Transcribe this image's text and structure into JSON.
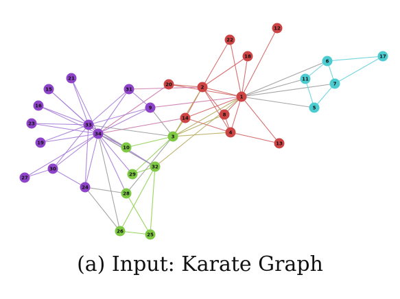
{
  "caption": "(a) Input: Karate Graph",
  "colors": {
    "purple": "#8e44c8",
    "red": "#cc4444",
    "teal": "#4cccd0",
    "green": "#7ec843",
    "gray": "#9a9a9a",
    "pink": "#cc77aa",
    "olive": "#b2a85a",
    "edge_purple": "#a57ad8",
    "edge_red": "#d06060",
    "edge_teal": "#5fd0d8",
    "edge_green": "#8cd04a"
  },
  "nodes": [
    {
      "id": "1",
      "group": "red"
    },
    {
      "id": "2",
      "group": "red"
    },
    {
      "id": "3",
      "group": "green"
    },
    {
      "id": "4",
      "group": "red"
    },
    {
      "id": "5",
      "group": "teal"
    },
    {
      "id": "6",
      "group": "teal"
    },
    {
      "id": "7",
      "group": "teal"
    },
    {
      "id": "8",
      "group": "red"
    },
    {
      "id": "9",
      "group": "purple"
    },
    {
      "id": "10",
      "group": "green"
    },
    {
      "id": "11",
      "group": "teal"
    },
    {
      "id": "12",
      "group": "red"
    },
    {
      "id": "13",
      "group": "red"
    },
    {
      "id": "14",
      "group": "red"
    },
    {
      "id": "15",
      "group": "purple"
    },
    {
      "id": "16",
      "group": "purple"
    },
    {
      "id": "17",
      "group": "teal"
    },
    {
      "id": "18",
      "group": "red"
    },
    {
      "id": "19",
      "group": "purple"
    },
    {
      "id": "20",
      "group": "red"
    },
    {
      "id": "21",
      "group": "purple"
    },
    {
      "id": "22",
      "group": "red"
    },
    {
      "id": "23",
      "group": "purple"
    },
    {
      "id": "24",
      "group": "purple"
    },
    {
      "id": "25",
      "group": "green"
    },
    {
      "id": "26",
      "group": "green"
    },
    {
      "id": "27",
      "group": "purple"
    },
    {
      "id": "28",
      "group": "green"
    },
    {
      "id": "29",
      "group": "green"
    },
    {
      "id": "30",
      "group": "purple"
    },
    {
      "id": "31",
      "group": "purple"
    },
    {
      "id": "32",
      "group": "green"
    },
    {
      "id": "33",
      "group": "purple"
    },
    {
      "id": "34",
      "group": "purple"
    }
  ],
  "edges": [
    {
      "s": "1",
      "t": "2",
      "c": "edge_red"
    },
    {
      "s": "1",
      "t": "4",
      "c": "edge_red"
    },
    {
      "s": "1",
      "t": "8",
      "c": "edge_red"
    },
    {
      "s": "1",
      "t": "12",
      "c": "edge_red"
    },
    {
      "s": "1",
      "t": "13",
      "c": "edge_red"
    },
    {
      "s": "1",
      "t": "14",
      "c": "edge_red"
    },
    {
      "s": "1",
      "t": "18",
      "c": "edge_red"
    },
    {
      "s": "1",
      "t": "20",
      "c": "edge_red"
    },
    {
      "s": "1",
      "t": "22",
      "c": "edge_red"
    },
    {
      "s": "2",
      "t": "4",
      "c": "edge_red"
    },
    {
      "s": "2",
      "t": "8",
      "c": "edge_red"
    },
    {
      "s": "2",
      "t": "14",
      "c": "edge_red"
    },
    {
      "s": "2",
      "t": "18",
      "c": "edge_red"
    },
    {
      "s": "2",
      "t": "20",
      "c": "edge_red"
    },
    {
      "s": "2",
      "t": "22",
      "c": "edge_red"
    },
    {
      "s": "4",
      "t": "8",
      "c": "edge_red"
    },
    {
      "s": "4",
      "t": "13",
      "c": "edge_red"
    },
    {
      "s": "4",
      "t": "14",
      "c": "edge_red"
    },
    {
      "s": "1",
      "t": "5",
      "c": "gray"
    },
    {
      "s": "1",
      "t": "6",
      "c": "gray"
    },
    {
      "s": "1",
      "t": "7",
      "c": "gray"
    },
    {
      "s": "1",
      "t": "11",
      "c": "gray"
    },
    {
      "s": "5",
      "t": "7",
      "c": "edge_teal"
    },
    {
      "s": "5",
      "t": "11",
      "c": "edge_teal"
    },
    {
      "s": "6",
      "t": "7",
      "c": "edge_teal"
    },
    {
      "s": "6",
      "t": "11",
      "c": "edge_teal"
    },
    {
      "s": "6",
      "t": "17",
      "c": "edge_teal"
    },
    {
      "s": "7",
      "t": "17",
      "c": "edge_teal"
    },
    {
      "s": "1",
      "t": "3",
      "c": "olive"
    },
    {
      "s": "2",
      "t": "3",
      "c": "olive"
    },
    {
      "s": "3",
      "t": "4",
      "c": "olive"
    },
    {
      "s": "3",
      "t": "8",
      "c": "olive"
    },
    {
      "s": "3",
      "t": "14",
      "c": "olive"
    },
    {
      "s": "1",
      "t": "32",
      "c": "olive"
    },
    {
      "s": "2",
      "t": "31",
      "c": "pink"
    },
    {
      "s": "1",
      "t": "9",
      "c": "pink"
    },
    {
      "s": "14",
      "t": "34",
      "c": "pink"
    },
    {
      "s": "20",
      "t": "34",
      "c": "pink"
    },
    {
      "s": "3",
      "t": "9",
      "c": "gray"
    },
    {
      "s": "3",
      "t": "28",
      "c": "gray"
    },
    {
      "s": "3",
      "t": "33",
      "c": "gray"
    },
    {
      "s": "3",
      "t": "10",
      "c": "edge_green"
    },
    {
      "s": "3",
      "t": "29",
      "c": "edge_green"
    },
    {
      "s": "25",
      "t": "26",
      "c": "edge_green"
    },
    {
      "s": "25",
      "t": "28",
      "c": "edge_green"
    },
    {
      "s": "25",
      "t": "32",
      "c": "edge_green"
    },
    {
      "s": "26",
      "t": "32",
      "c": "edge_green"
    },
    {
      "s": "29",
      "t": "32",
      "c": "edge_green"
    },
    {
      "s": "9",
      "t": "31",
      "c": "edge_purple"
    },
    {
      "s": "9",
      "t": "33",
      "c": "edge_purple"
    },
    {
      "s": "9",
      "t": "34",
      "c": "edge_purple"
    },
    {
      "s": "10",
      "t": "34",
      "c": "edge_purple"
    },
    {
      "s": "15",
      "t": "33",
      "c": "edge_purple"
    },
    {
      "s": "15",
      "t": "34",
      "c": "edge_purple"
    },
    {
      "s": "16",
      "t": "33",
      "c": "edge_purple"
    },
    {
      "s": "16",
      "t": "34",
      "c": "edge_purple"
    },
    {
      "s": "19",
      "t": "33",
      "c": "edge_purple"
    },
    {
      "s": "19",
      "t": "34",
      "c": "edge_purple"
    },
    {
      "s": "21",
      "t": "33",
      "c": "edge_purple"
    },
    {
      "s": "21",
      "t": "34",
      "c": "edge_purple"
    },
    {
      "s": "23",
      "t": "33",
      "c": "edge_purple"
    },
    {
      "s": "23",
      "t": "34",
      "c": "edge_purple"
    },
    {
      "s": "24",
      "t": "30",
      "c": "edge_purple"
    },
    {
      "s": "24",
      "t": "33",
      "c": "edge_purple"
    },
    {
      "s": "24",
      "t": "34",
      "c": "edge_purple"
    },
    {
      "s": "27",
      "t": "30",
      "c": "edge_purple"
    },
    {
      "s": "27",
      "t": "34",
      "c": "edge_purple"
    },
    {
      "s": "28",
      "t": "34",
      "c": "edge_purple"
    },
    {
      "s": "29",
      "t": "34",
      "c": "edge_purple"
    },
    {
      "s": "30",
      "t": "33",
      "c": "edge_purple"
    },
    {
      "s": "30",
      "t": "34",
      "c": "edge_purple"
    },
    {
      "s": "31",
      "t": "33",
      "c": "edge_purple"
    },
    {
      "s": "31",
      "t": "34",
      "c": "edge_purple"
    },
    {
      "s": "32",
      "t": "33",
      "c": "edge_purple"
    },
    {
      "s": "32",
      "t": "34",
      "c": "edge_purple"
    },
    {
      "s": "33",
      "t": "34",
      "c": "edge_purple"
    },
    {
      "s": "24",
      "t": "26",
      "c": "gray"
    },
    {
      "s": "24",
      "t": "28",
      "c": "gray"
    },
    {
      "s": "26",
      "t": "34",
      "c": "gray"
    },
    {
      "s": "32",
      "t": "34",
      "c": "gray"
    },
    {
      "s": "10",
      "t": "33",
      "c": "gray"
    }
  ]
}
